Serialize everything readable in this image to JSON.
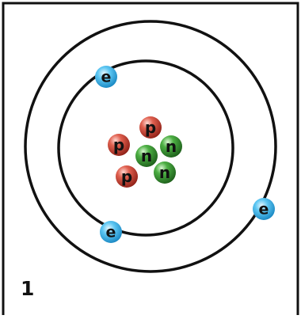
{
  "panel_label": "1",
  "colors": {
    "frame": "#111111",
    "orbit": "#111111",
    "proton": "#c0392b",
    "neutron": "#2e8b2e",
    "electron": "#1a9ad6"
  },
  "nucleus": {
    "particles": [
      {
        "symbol": "p",
        "kind": "proton"
      },
      {
        "symbol": "p",
        "kind": "proton"
      },
      {
        "symbol": "n",
        "kind": "neutron"
      },
      {
        "symbol": "n",
        "kind": "neutron"
      },
      {
        "symbol": "n",
        "kind": "neutron"
      },
      {
        "symbol": "p",
        "kind": "proton"
      }
    ]
  },
  "electrons": [
    {
      "symbol": "e",
      "shell": "inner"
    },
    {
      "symbol": "e",
      "shell": "inner"
    },
    {
      "symbol": "e",
      "shell": "outer"
    }
  ]
}
